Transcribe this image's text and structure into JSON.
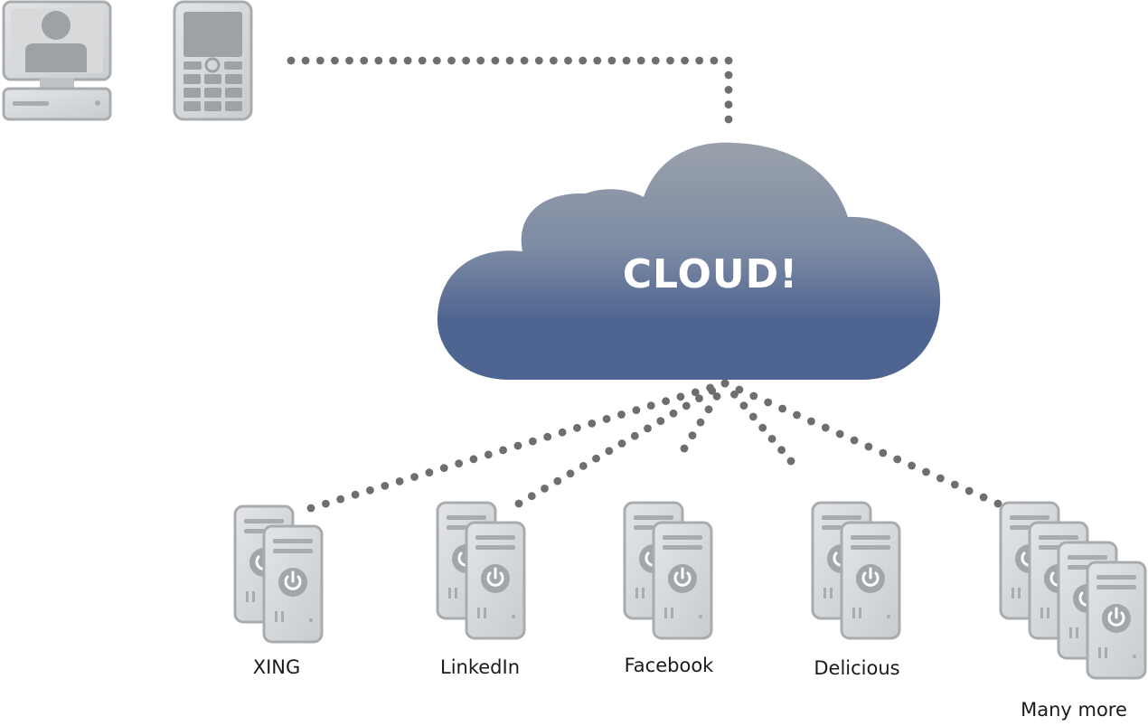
{
  "cloud": {
    "label": "CLOUD!"
  },
  "clients": [
    {
      "name": "desktop-computer-icon"
    },
    {
      "name": "mobile-phone-icon"
    }
  ],
  "services": [
    {
      "label": "XING",
      "servers": 2
    },
    {
      "label": "LinkedIn",
      "servers": 2
    },
    {
      "label": "Facebook",
      "servers": 2
    },
    {
      "label": "Delicious",
      "servers": 2
    },
    {
      "label": "Many more",
      "servers": 4
    }
  ],
  "colors": {
    "cloud_top": "#9aa1ab",
    "cloud_bottom": "#4f6591",
    "device_fill": "#d4d6d8",
    "device_stroke": "#a9acaf",
    "dots": "#6e6e6e"
  }
}
